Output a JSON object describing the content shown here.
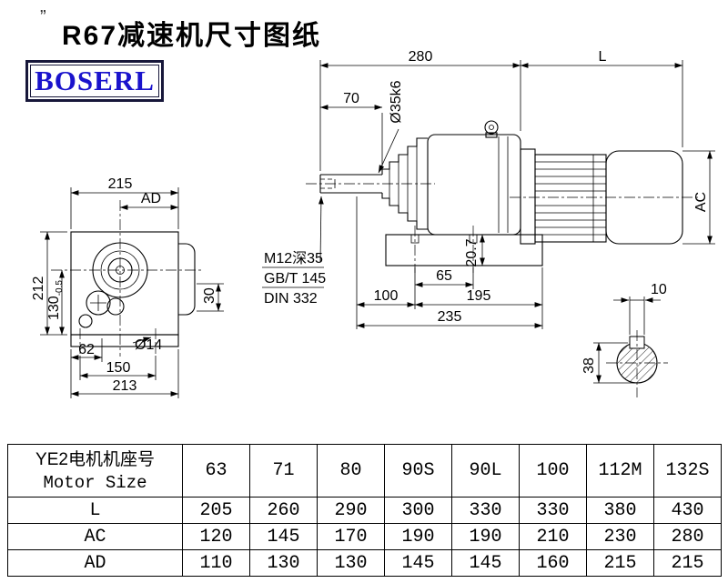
{
  "title": "R67减速机尺寸图纸",
  "corner_mark": "”",
  "logo": {
    "text": "BOSERL"
  },
  "colors": {
    "logo_text": "#1a13cc",
    "logo_border": "#17173a",
    "drawing_line": "#000000",
    "background": "#ffffff"
  },
  "front_view": {
    "dim_width_top": "215",
    "dim_ad_label": "AD",
    "dim_height": "212",
    "dim_center_height": "130",
    "dim_center_height_tol": "-0.5",
    "dim_foot_offset": "62",
    "dim_foot_span": "150",
    "dim_width_bottom": "213",
    "dim_foot_hole": "Ø14",
    "dim_flange": "30"
  },
  "side_view": {
    "dim_length": "280",
    "dim_motor_length": "L",
    "dim_shaft_length": "70",
    "dim_shaft_dia": "Ø35k6",
    "dim_motor_dia": "AC",
    "dim_foot_thickness": "20.7",
    "dim_foot_hole_span": "65",
    "dim_shaft_to_foot": "100",
    "dim_foot_length": "195",
    "dim_base_length": "235",
    "note_tapped_hole": "M12深35",
    "note_standard_1": "GB/T 145",
    "note_standard_2": "DIN 332"
  },
  "shaft_section": {
    "dim_key_width": "10",
    "dim_height": "38"
  },
  "table": {
    "header": {
      "label_line1": "YE2电机机座号",
      "label_line2": "Motor Size",
      "cols": [
        "63",
        "71",
        "80",
        "90S",
        "90L",
        "100",
        "112M",
        "132S"
      ]
    },
    "rows": [
      {
        "label": "L",
        "values": [
          "205",
          "260",
          "290",
          "300",
          "330",
          "330",
          "380",
          "430"
        ]
      },
      {
        "label": "AC",
        "values": [
          "120",
          "145",
          "170",
          "190",
          "190",
          "210",
          "230",
          "280"
        ]
      },
      {
        "label": "AD",
        "values": [
          "110",
          "130",
          "130",
          "145",
          "145",
          "160",
          "215",
          "215"
        ]
      }
    ]
  }
}
